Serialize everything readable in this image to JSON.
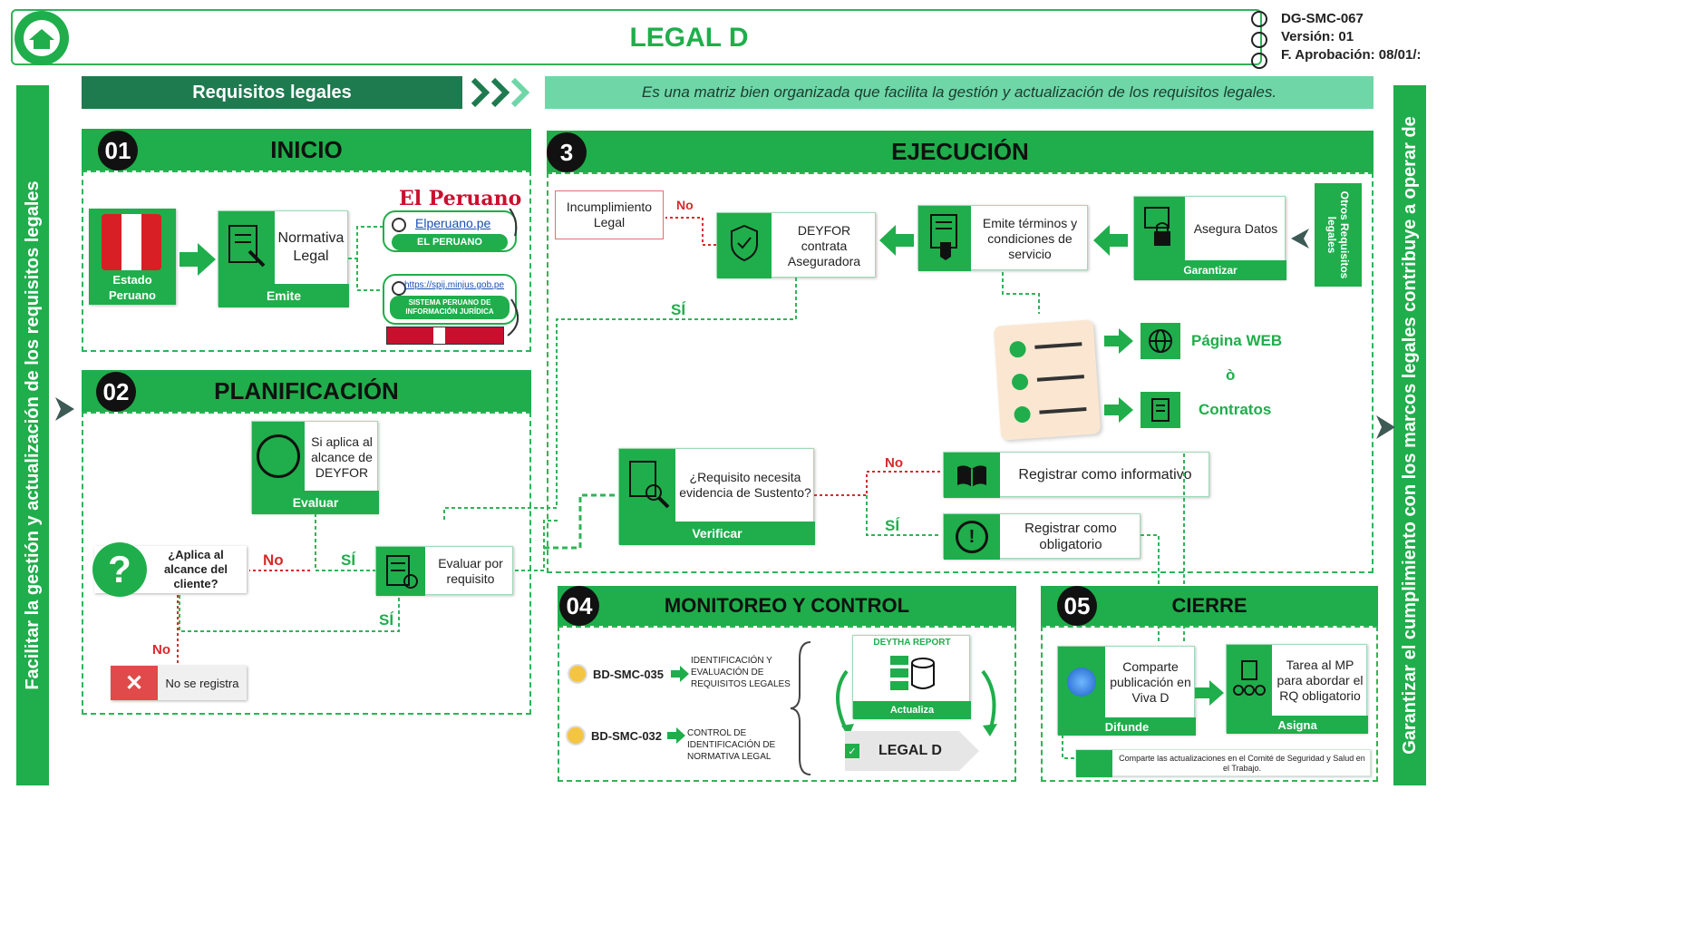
{
  "header": {
    "title": "LEGAL D",
    "code": "DG-SMC-067",
    "version": "Versión: 01",
    "approval": "F. Aprobación: 08/01/:"
  },
  "banner": {
    "label": "Requisitos legales",
    "description": "Es una matriz bien organizada que facilita la gestión y actualización de los requisitos legales."
  },
  "side": {
    "left": "Facilitar la gestión y actualización de los requisitos legales",
    "right": "Garantizar el cumplimiento con los marcos legales contribuye a operar de"
  },
  "inicio": {
    "num": "01",
    "title": "INICIO",
    "estado": "Estado Peruano",
    "normativa": "Normativa Legal",
    "emite": "Emite",
    "peruano_title": "El Peruano",
    "peruano_link": "Elperuano.pe",
    "peruano_btn": "EL PERUANO",
    "spij_link": "https://spij.minjus.gob.pe",
    "spij_btn": "SISTEMA PERUANO DE INFORMACIÓN JURÍDICA"
  },
  "planificacion": {
    "num": "02",
    "title": "PLANIFICACIÓN",
    "aplica": "Si aplica al alcance de DEYFOR",
    "evaluar": "Evaluar",
    "pregunta": "¿Aplica al alcance del cliente?",
    "no1": "No",
    "si1": "SÍ",
    "si2": "SÍ",
    "no2": "No",
    "evaluar_req": "Evaluar por requisito",
    "no_registra": "No se registra"
  },
  "ejecucion": {
    "num": "3",
    "title": "EJECUCIÓN",
    "incumplimiento": "Incumplimiento Legal",
    "no": "No",
    "si": "SÍ",
    "deyfor": "DEYFOR contrata Aseguradora",
    "emite": "Emite términos y condiciones de servicio",
    "asegura": "Asegura Datos",
    "garantizar": "Garantizar",
    "otros": "Otros Requisitos legales",
    "web": "Página WEB",
    "o": "ò",
    "contratos": "Contratos",
    "requisito": "¿Requisito necesita evidencia de Sustento?",
    "verificar": "Verificar",
    "no2": "No",
    "si2": "SÍ",
    "informativo": "Registrar como informativo",
    "obligatorio": "Registrar como obligatorio"
  },
  "monitoreo": {
    "num": "04",
    "title": "MONITOREO Y CONTROL",
    "code1": "BD-SMC-035",
    "desc1": "IDENTIFICACIÓN Y EVALUACIÓN DE REQUISITOS LEGALES",
    "code2": "BD-SMC-032",
    "desc2": "CONTROL DE IDENTIFICACIÓN DE NORMATIVA LEGAL",
    "report": "DEYTHA REPORT",
    "actualiza": "Actualiza",
    "legal": "LEGAL D"
  },
  "cierre": {
    "num": "05",
    "title": "CIERRE",
    "comparte": "Comparte publicación en Viva D",
    "difunde": "Difunde",
    "tarea": "Tarea al MP para abordar el RQ obligatorio",
    "asigna": "Asigna",
    "comite": "Comparte las actualizaciones en el Comité de Seguridad y Salud en el Trabajo."
  },
  "colors": {
    "green": "#1fae4b",
    "dark_green": "#1e7a4f",
    "light_green": "#6fd6a8"
  }
}
